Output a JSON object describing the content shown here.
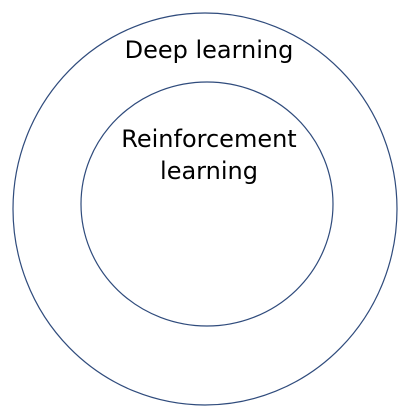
{
  "diagram": {
    "outer_circle": {
      "label": "Deep learning"
    },
    "inner_circle": {
      "label_line1": "Reinforcement",
      "label_line2": "learning"
    },
    "colors": {
      "stroke": "#2f4b7c",
      "text": "#000000",
      "background": "#ffffff"
    }
  }
}
